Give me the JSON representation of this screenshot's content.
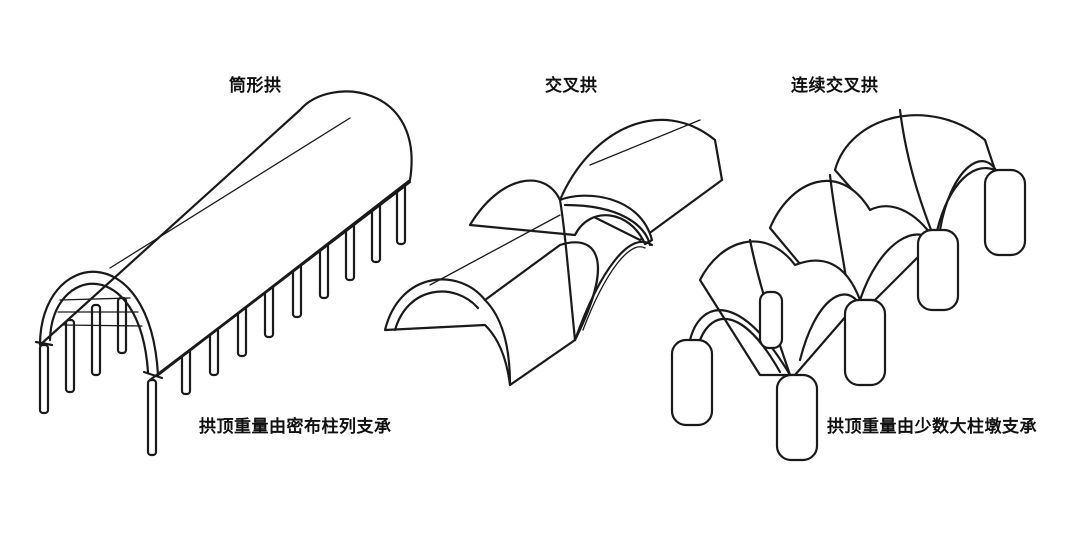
{
  "figure": {
    "barrel_vault": {
      "title": "筒形拱",
      "note": "拱顶重量由密布柱列支承"
    },
    "groin_vault": {
      "title": "交叉拱"
    },
    "continuous_groin_vault": {
      "title": "连续交叉拱",
      "note": "拱顶重量由少数大柱墩支承"
    }
  },
  "colors": {
    "ink": "#1a1a1a",
    "paper": "#ffffff"
  }
}
